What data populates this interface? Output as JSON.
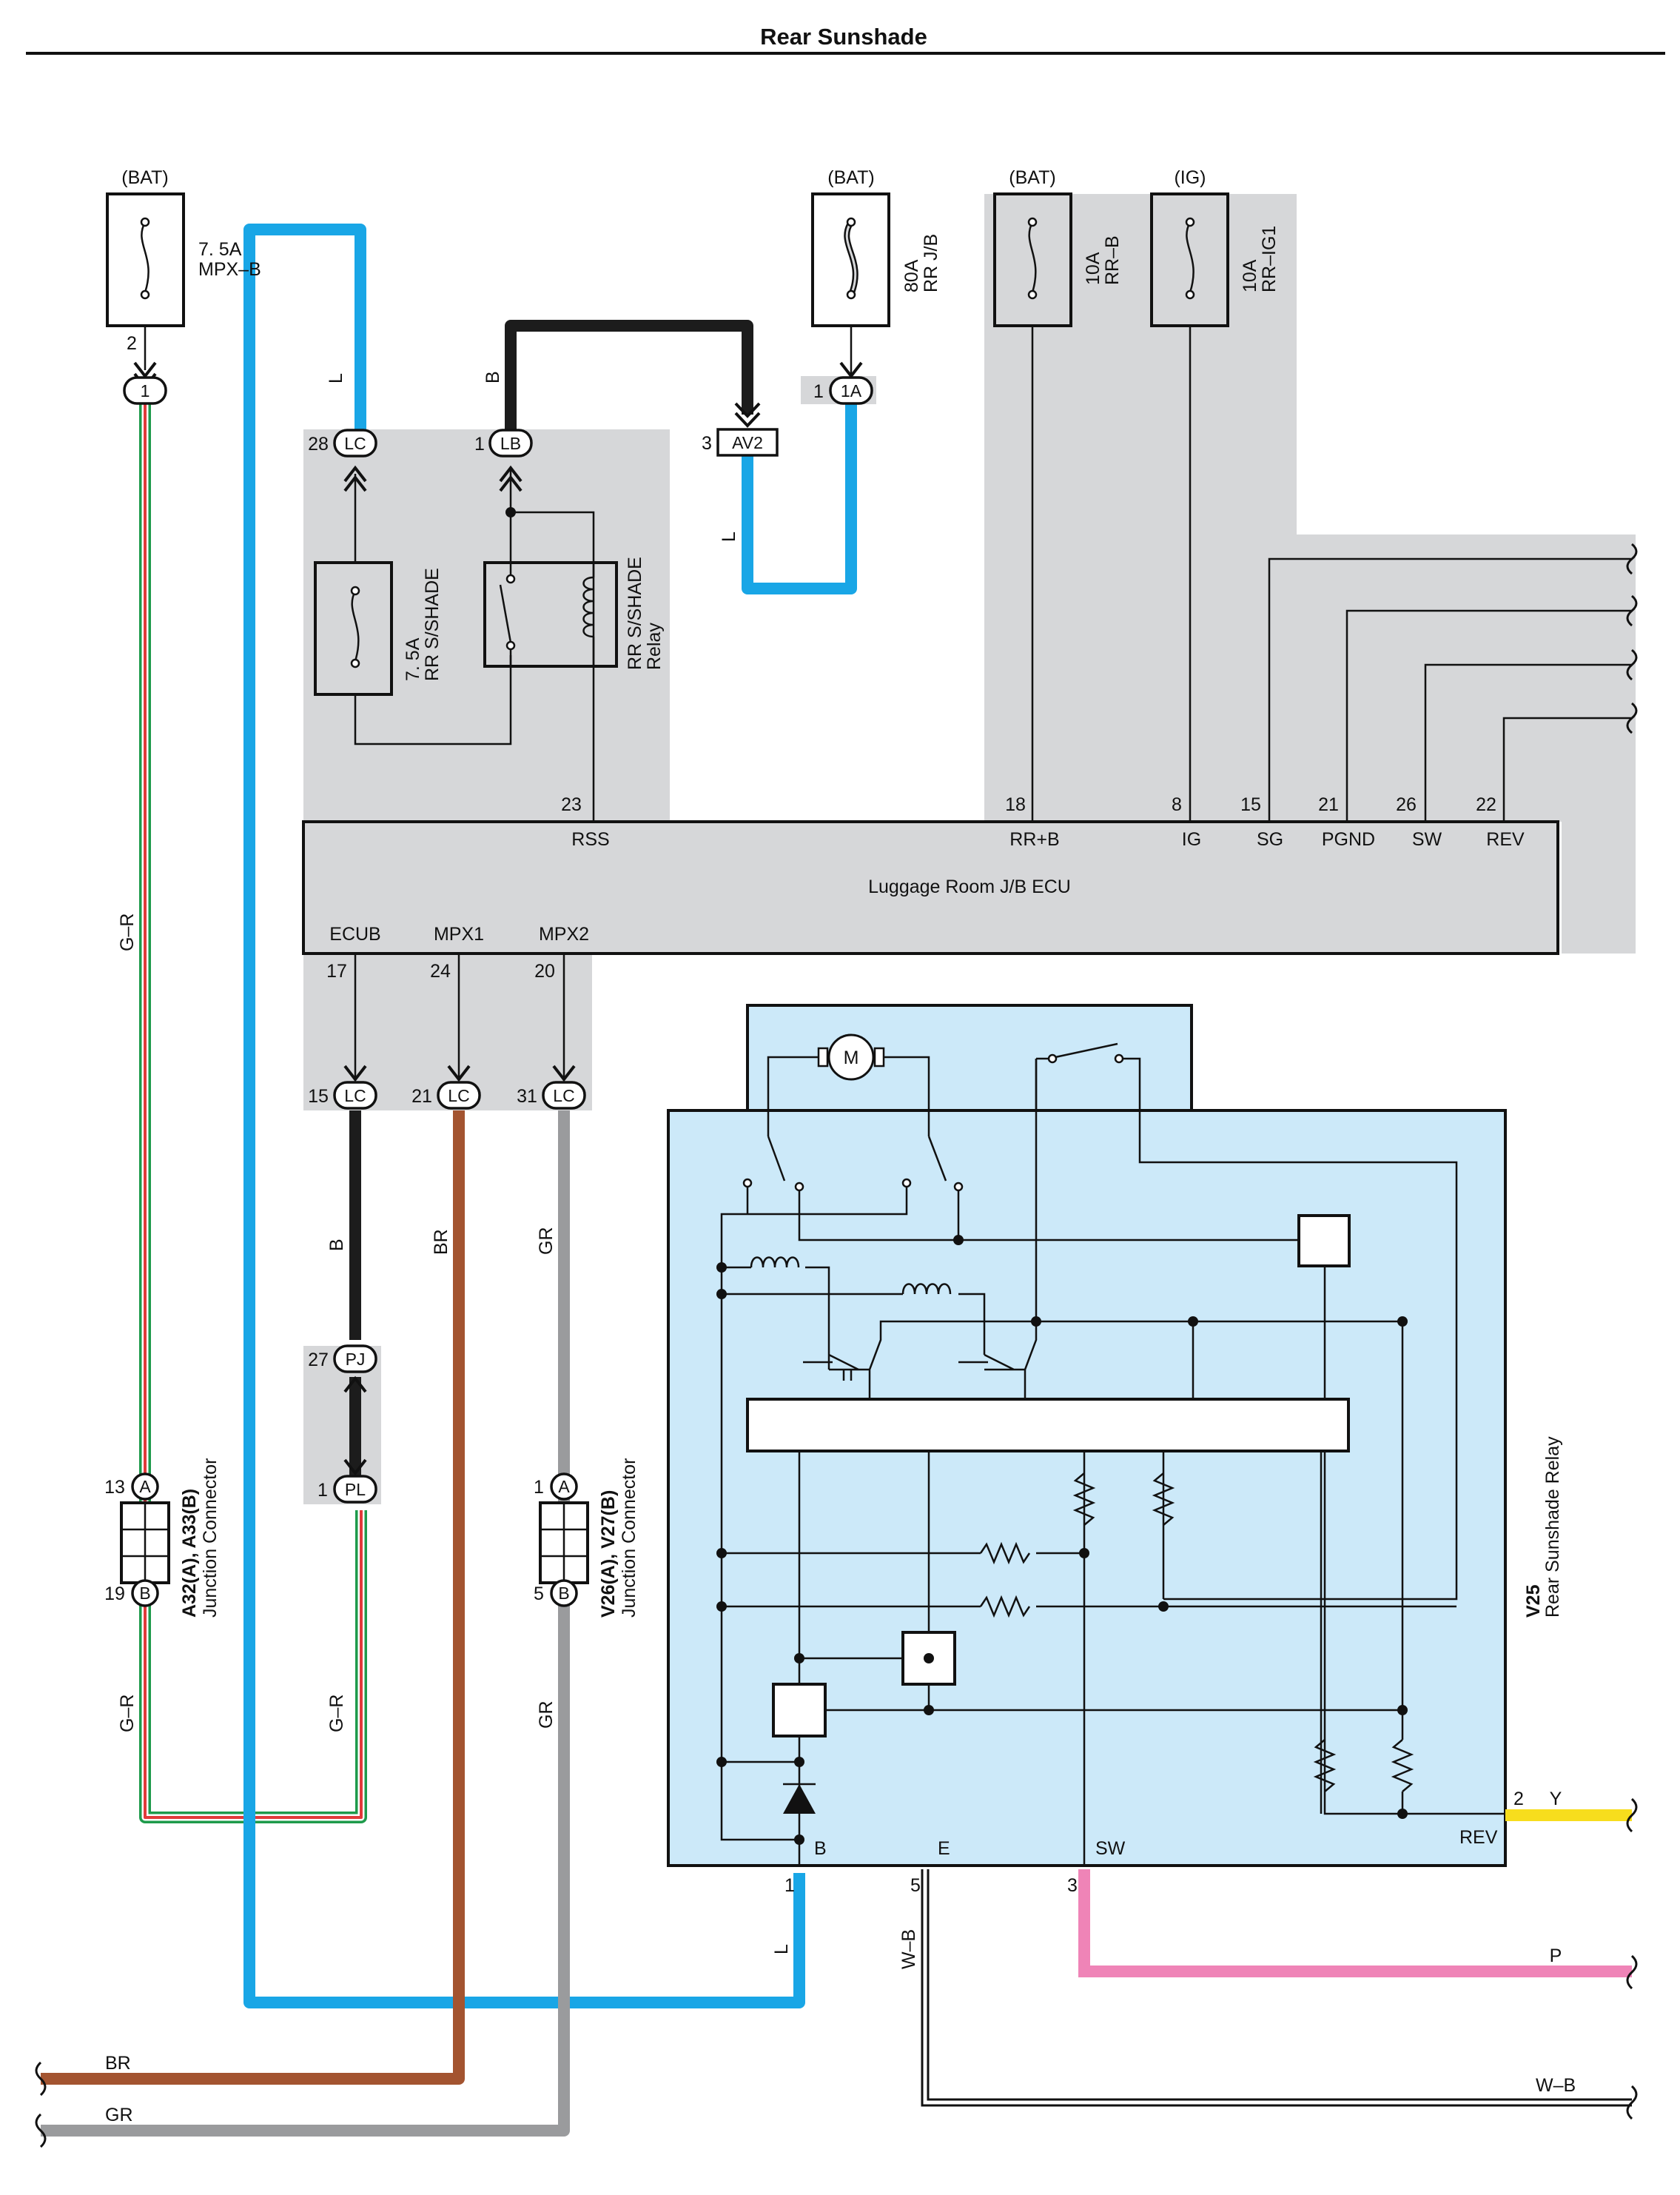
{
  "title": "Rear Sunshade",
  "power_sources": {
    "bat1": "(BAT)",
    "bat2": "(BAT)",
    "bat3": "(BAT)",
    "ig": "(IG)"
  },
  "fuses": {
    "mpxb": {
      "amp": "7. 5A",
      "name": "MPX–B"
    },
    "rrjb": {
      "amp": "80A",
      "name": "RR J/B"
    },
    "rrb": {
      "amp": "10A",
      "name": "RR–B"
    },
    "rrig1": {
      "amp": "10A",
      "name": "RR–IG1"
    },
    "rrsshade": {
      "amp": "7. 5A",
      "name": "RR S/SHADE"
    }
  },
  "relay": {
    "line1": "RR S/SHADE",
    "line2": "Relay"
  },
  "ecu": {
    "name": "Luggage Room J/B ECU",
    "top_terminals": [
      {
        "pin": "23",
        "label": "RSS"
      },
      {
        "pin": "18",
        "label": "RR+B"
      },
      {
        "pin": "8",
        "label": "IG"
      },
      {
        "pin": "15",
        "label": "SG"
      },
      {
        "pin": "21",
        "label": "PGND"
      },
      {
        "pin": "26",
        "label": "SW"
      },
      {
        "pin": "22",
        "label": "REV"
      }
    ],
    "bottom_terminals": [
      {
        "pin": "17",
        "label": "ECUB"
      },
      {
        "pin": "24",
        "label": "MPX1"
      },
      {
        "pin": "20",
        "label": "MPX2"
      }
    ]
  },
  "connectors": {
    "c1": {
      "pin": "2",
      "code": "1"
    },
    "c1a": {
      "pin": "1",
      "code": "1A"
    },
    "lc28": {
      "pin": "28",
      "code": "LC"
    },
    "lb1": {
      "pin": "1",
      "code": "LB"
    },
    "av2": {
      "pin": "3",
      "code": "AV2"
    },
    "lc15": {
      "pin": "15",
      "code": "LC"
    },
    "lc21": {
      "pin": "21",
      "code": "LC"
    },
    "lc31": {
      "pin": "31",
      "code": "LC"
    },
    "pj27": {
      "pin": "27",
      "code": "PJ"
    },
    "pl1": {
      "pin": "1",
      "code": "PL"
    },
    "ja_top": {
      "pin": "13",
      "code": "A"
    },
    "ja_bot": {
      "pin": "19",
      "code": "B"
    },
    "jv_top": {
      "pin": "1",
      "code": "A"
    },
    "jv_bot": {
      "pin": "5",
      "code": "B"
    }
  },
  "junctions": {
    "a": {
      "id": "A32(A), A33(B)",
      "name": "Junction Connector"
    },
    "v": {
      "id": "V26(A), V27(B)",
      "name": "Junction Connector"
    }
  },
  "wire_colors": {
    "gr_r_top": "G–R",
    "gr_r_bot1": "G–R",
    "gr_r_bot2": "G–R",
    "l1": "L",
    "b1": "B",
    "l2": "L",
    "b2": "B",
    "br": "BR",
    "gr1": "GR",
    "gr2": "GR",
    "l3": "L",
    "wb": "W–B",
    "y": "Y",
    "p": "P",
    "left_br": "BR",
    "left_gr": "GR",
    "right_wb": "W–B"
  },
  "v25": {
    "id": "V25",
    "name": "Rear Sunshade Relay",
    "motor": "M",
    "terminals": [
      {
        "pin": "1",
        "label": "B"
      },
      {
        "pin": "5",
        "label": "E"
      },
      {
        "pin": "3",
        "label": "SW"
      },
      {
        "pin": "2",
        "label": "REV"
      }
    ]
  },
  "colors": {
    "L": "#19a6e6",
    "B": "#1c1c1c",
    "BR": "#a35430",
    "GR": "#9a9b9d",
    "P": "#ef84b7",
    "Y": "#f7dd1d",
    "G": "#1e9a4b",
    "R": "#e13a3a",
    "shade_gray": "#d6d7d9",
    "shade_blue": "#cce9f9"
  }
}
